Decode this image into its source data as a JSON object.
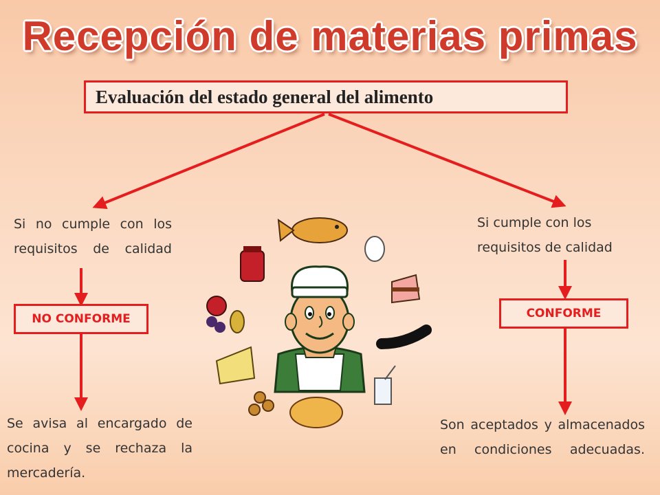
{
  "title": "Recepción de materias primas",
  "top_box": "Evaluación del estado general del alimento",
  "left": {
    "condition": "Si no cumple con los requisitos de calidad",
    "status": "NO CONFORME",
    "action": "Se avisa al encargado de cocina y se rechaza la mercadería."
  },
  "right": {
    "condition": "Si cumple con los requisitos de calidad",
    "status": "CONFORME",
    "action": "Son aceptados y almacenados en condiciones adecuadas."
  },
  "colors": {
    "accent": "#e41e1e",
    "title": "#cf3a2a"
  },
  "illustration_icons": [
    "chef-icon",
    "fish-icon",
    "egg-icon",
    "cake-icon",
    "sausage-icon",
    "milk-glass-icon",
    "chicken-icon",
    "nuts-icon",
    "cheese-icon",
    "fruit-icon",
    "jar-icon"
  ]
}
